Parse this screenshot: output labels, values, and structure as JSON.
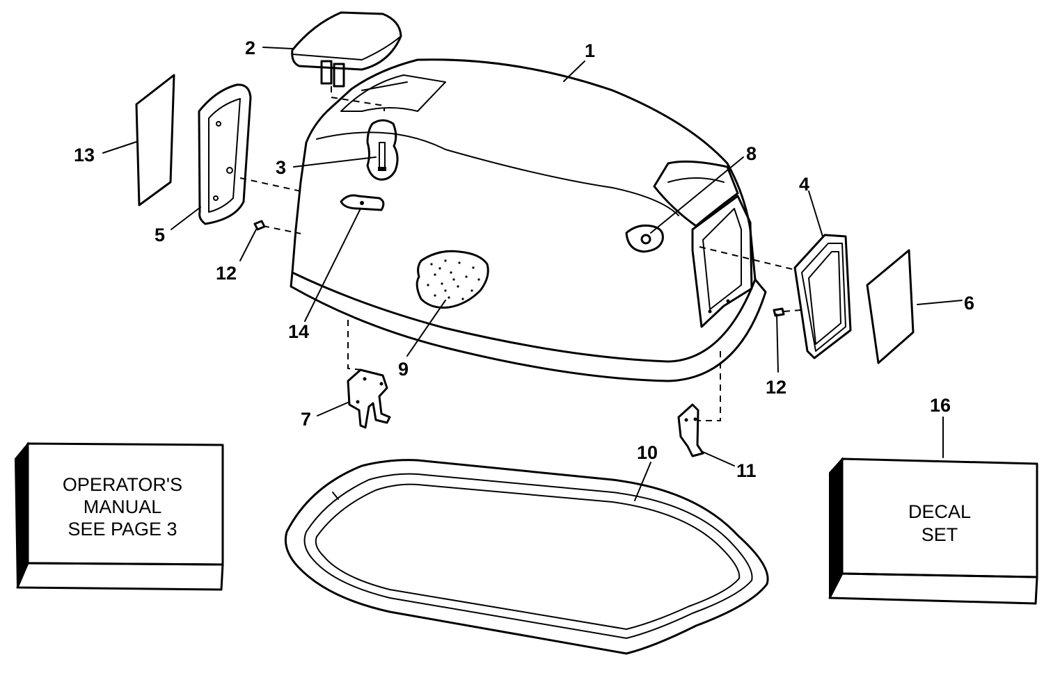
{
  "callouts": {
    "c1": "1",
    "c2": "2",
    "c3": "3",
    "c4": "4",
    "c5": "5",
    "c6": "6",
    "c7": "7",
    "c8": "8",
    "c9": "9",
    "c10": "10",
    "c11": "11",
    "c12_left": "12",
    "c12_right": "12",
    "c13": "13",
    "c14": "14",
    "c16": "16"
  },
  "manual_box": {
    "line1": "OPERATOR'S",
    "line2": "MANUAL",
    "line3": "SEE PAGE 3"
  },
  "decal_box": {
    "line1": "DECAL",
    "line2": "SET"
  }
}
